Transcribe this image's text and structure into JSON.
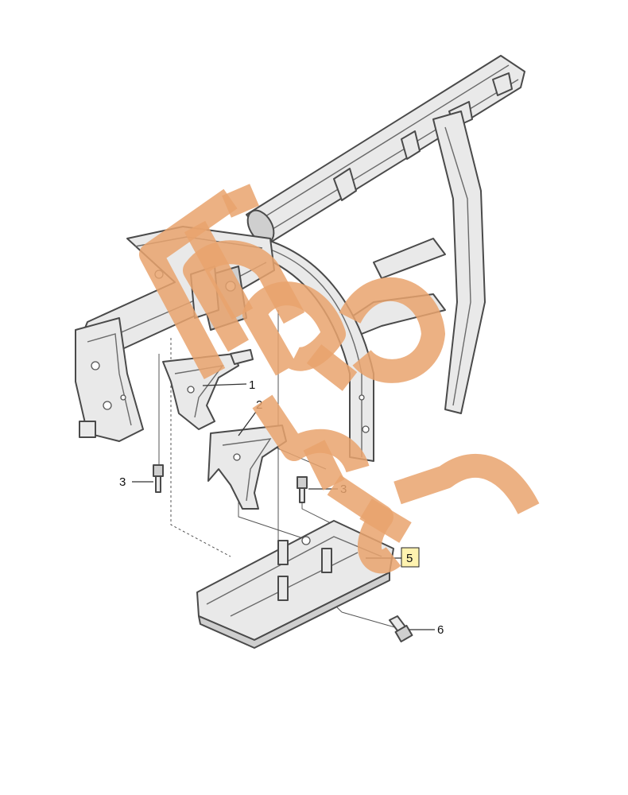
{
  "callouts": [
    {
      "id": "1",
      "highlighted": false
    },
    {
      "id": "2",
      "highlighted": false
    },
    {
      "id": "3",
      "highlighted": false
    },
    {
      "id": "3",
      "highlighted": false
    },
    {
      "id": "5",
      "highlighted": true
    },
    {
      "id": "6",
      "highlighted": false
    }
  ],
  "watermark": {
    "text": "EURO PARTS",
    "color": "#e9a36d"
  },
  "colors": {
    "part_fill": "#e9e9e9",
    "outline": "#4a4a4a",
    "highlight": "#fff3b0"
  }
}
